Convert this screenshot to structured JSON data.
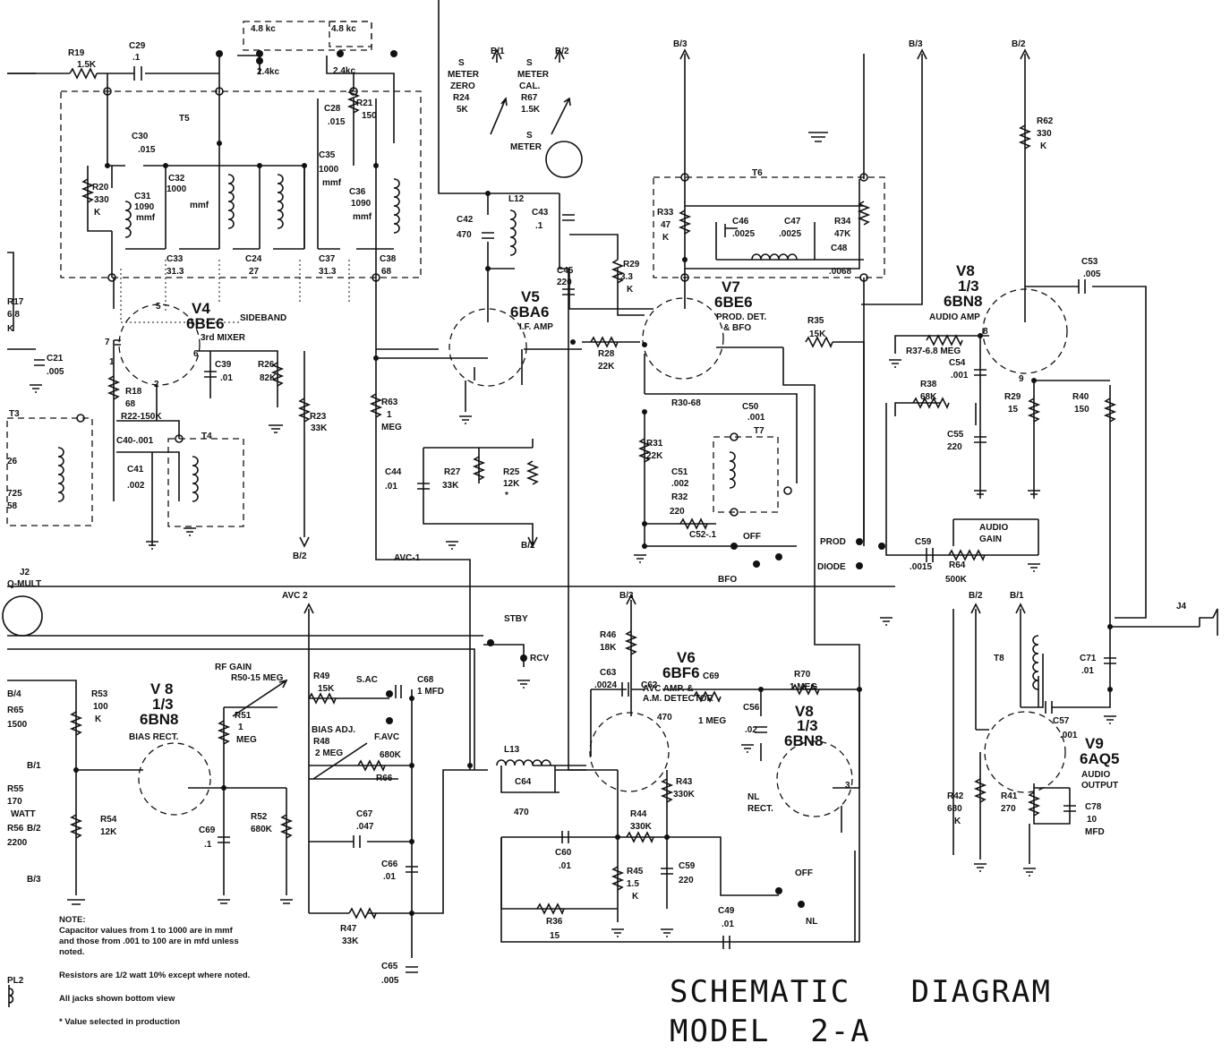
{
  "title": {
    "line1": "SCHEMATIC   DIAGRAM",
    "line2": "MODEL  2-A"
  },
  "notes": {
    "heading": "NOTE:",
    "lines": [
      "Capacitor values from 1 to 1000 are in mmf",
      "and those from .001 to 100 are in mfd unless",
      "noted.",
      "Resistors are 1/2 watt 10% except where noted.",
      "All jacks shown bottom view",
      "* Value selected in production"
    ]
  },
  "tubes": {
    "v4": {
      "name": "V4",
      "type": "6BE6",
      "func": "3rd MIXER"
    },
    "v5": {
      "name": "V5",
      "type": "6BA6",
      "func": "I.F. AMP"
    },
    "v7": {
      "name": "V7",
      "type": "6BE6",
      "func1": "PROD. DET.",
      "func2": "& BFO"
    },
    "v8a": {
      "name": "V8",
      "frac": "1/3",
      "type": "6BN8",
      "func": "AUDIO AMP"
    },
    "v6": {
      "name": "V6",
      "type": "6BF6",
      "func1": "AVC AMP. &",
      "func2": "A.M. DETECTOR"
    },
    "v8b": {
      "name": "V8",
      "frac": "1/3",
      "type": "6BN8",
      "func1": "NL",
      "func2": "RECT."
    },
    "v8c": {
      "name": "V 8",
      "frac": "1/3",
      "type": "6BN8",
      "func": "BIAS RECT."
    },
    "v9": {
      "name": "V9",
      "type": "6AQ5",
      "func1": "AUDIO",
      "func2": "OUTPUT"
    }
  },
  "labels": {
    "sideband": "SIDEBAND",
    "kc48a": "4.8 kc",
    "kc48b": "4.8 kc",
    "kc24a": "2.4kc",
    "kc24b": "2.4kc",
    "t5": "T5",
    "t6": "T6",
    "t7": "T7",
    "t4": "T4",
    "t3": "T3",
    "t8": "T8",
    "l12": "L12",
    "l13": "L13",
    "b1a": "B/1",
    "b2a": "B/2",
    "b3a": "B/3",
    "b3b": "B/3",
    "b2b": "B/2",
    "b2c": "B/2",
    "b2d": "B/2",
    "b3c": "B/3",
    "b2e": "B/2",
    "b1b": "B/1",
    "b4": "B/4",
    "b1c": "B/1",
    "b3d": "B/3",
    "b2f": "B/2",
    "smz1": "S",
    "smz2": "METER",
    "smz3": "ZERO",
    "smz4": "R24",
    "smz5": "5K",
    "smc1": "S",
    "smc2": "METER",
    "smc3": "CAL.",
    "smc4": "R67",
    "smc5": "1.5K",
    "sm1": "S",
    "sm2": "METER",
    "avc1": "AVC-1",
    "avc2": "AVC 2",
    "stby": "STBY",
    "rcv": "RCV",
    "prod": "PROD",
    "diode": "DIODE",
    "bfo": "BFO",
    "off1": "OFF",
    "off2": "OFF",
    "nl": "NL",
    "sac": "S.AC",
    "favc": "F.AVC",
    "audiogain1": "AUDIO",
    "audiogain2": "GAIN",
    "j2a": "J2",
    "j2b": "Q-MULT",
    "j4": "J4",
    "pl2": "PL2",
    "rfgain1": "RF GAIN",
    "rfgain2": "R50-15 MEG",
    "biasadj1": "BIAS ADJ.",
    "biasadj2": "R48",
    "biasadj3": "2 MEG",
    "r19a": "R19",
    "r19b": "1.5K",
    "c29a": "C29",
    "c29b": ".1",
    "c28a": "C28",
    "c28b": ".015",
    "r21a": "R21",
    "r21b": "150",
    "c30a": "C30",
    "c30b": ".015",
    "c32a": "C32",
    "c32b": "1000",
    "c32c": "mmf",
    "c35a": "C35",
    "c35b": "1000",
    "c35c": "mmf",
    "c36a": "C36",
    "c36b": "1090",
    "c36c": "mmf",
    "r20a": "R20",
    "r20b": "330",
    "r20c": "K",
    "c31a": "C31",
    "c31b": "1090",
    "c31c": "mmf",
    "c33a": "C33",
    "c33b": "31.3",
    "c34a": "C24",
    "c34b": "27",
    "c37a": "C37",
    "c37b": "31.3",
    "c38a": "C38",
    "c38b": "68",
    "r17a": "R17",
    "r17b": "6.8",
    "r17c": "K",
    "c21a": "C21",
    "c21b": ".005",
    "c39a": "C39",
    "c39b": ".01",
    "r26a": "R26",
    "r26b": "82K",
    "r23a": "R23",
    "r23b": "33K",
    "r18a": "R18",
    "r18b": "68",
    "r22": "R22-150K",
    "c40": "C40-.001",
    "c41a": "C41",
    "c41b": ".002",
    "c26": "26",
    "c25a": "725",
    "c25b": "58",
    "c42a": "C42",
    "c42b": "470",
    "c43a": "C43",
    "c43b": ".1",
    "c45a": "C45",
    "c45b": "220",
    "r29a": "R29",
    "r29b": "3.3",
    "r29c": "K",
    "r28a": "R28",
    "r28b": "22K",
    "r63a": "R63",
    "r63b": "1",
    "r63c": "MEG",
    "c44a": "C44",
    "c44b": ".01",
    "r27a": "R27",
    "r27b": "33K",
    "r25a": "R25",
    "r25b": "12K",
    "r25c": "*",
    "r33a": "R33",
    "r33b": "47",
    "r33c": "K",
    "c46a": "C46",
    "c46b": ".0025",
    "c47a": "C47",
    "c47b": ".0025",
    "r34a": "R34",
    "r34b": "47K",
    "c48a": "C48",
    "c48b": ".0068",
    "r35a": "R35",
    "r35b": "15K",
    "r30": "R30-68",
    "c50a": "C50",
    "c50b": ".001",
    "r31a": "R31",
    "r31b": "22K",
    "c51a": "C51",
    "c51b": ".002",
    "r32a": "R32",
    "r32b": "220",
    "c52": "C52-.1",
    "r62a": "R62",
    "r62b": "330",
    "r62c": "K",
    "c53a": "C53",
    "c53b": ".005",
    "r37": "R37-6.8 MEG",
    "c54a": "C54",
    "c54b": ".001",
    "r38a": "R38",
    "r38b": "68K",
    "c55a": "C55",
    "c55b": "220",
    "r29xa": "R29",
    "r29xb": "15",
    "r40a": "R40",
    "r40b": "150",
    "c59a": "C59",
    "c59b": ".0015",
    "r64a": "R64",
    "r64b": "500K",
    "r46a": "R46",
    "r46b": "18K",
    "c63a": "C63",
    "c63b": ".0024",
    "c62a": "C62",
    "c62b": "470",
    "c69ra": "C69",
    "c69rb": "1 MEG",
    "r70a": "R70",
    "r70b": "1 MEG",
    "c56a": "C56",
    "c56b": ".02",
    "r43a": "R43",
    "r43b": "330K",
    "r44a": "R44",
    "r44b": "330K",
    "c64a": "C64",
    "c64b": "470",
    "c60a": "C60",
    "c60b": ".01",
    "r45a": "R45",
    "r45b": "1.5",
    "r45c": "K",
    "c59xa": "C59",
    "c59xb": "220",
    "r36a": "R36",
    "r36b": "15",
    "c49a": "C49",
    "c49b": ".01",
    "c71a": "C71",
    "c71b": ".01",
    "c57a": "C57",
    "c57b": ".001",
    "r42a": "R42",
    "r42b": "680",
    "r42c": "K",
    "r41a": "R41",
    "r41b": "270",
    "c78a": "C78",
    "c78b": "10",
    "c78c": "MFD",
    "r53a": "R53",
    "r53b": "100",
    "r53c": "K",
    "r65a": "R65",
    "r65b": "1500",
    "r55a": "R55",
    "r55b": "170",
    "r55c": "WATT",
    "r56a": "R56",
    "r56b": "2200",
    "r54a": "R54",
    "r54b": "12K",
    "r51a": "R51",
    "r51b": "1",
    "r51c": "MEG",
    "c69a": "C69",
    "c69b": ".1",
    "r52a": "R52",
    "r52b": "680K",
    "r49a": "R49",
    "r49b": "15K",
    "c68a": "C68",
    "c68b": "1 MFD",
    "r66a": "680K",
    "r66b": "R66",
    "c67a": "C67",
    "c67b": ".047",
    "c66a": "C66",
    "c66b": ".01",
    "r47a": "R47",
    "r47b": "33K",
    "c65a": "C65",
    "c65b": ".005",
    "p1": "1",
    "p2": "2",
    "p5": "5",
    "p6": "6",
    "p7": "7",
    "p8": "8",
    "p9": "9",
    "p3": "3"
  }
}
